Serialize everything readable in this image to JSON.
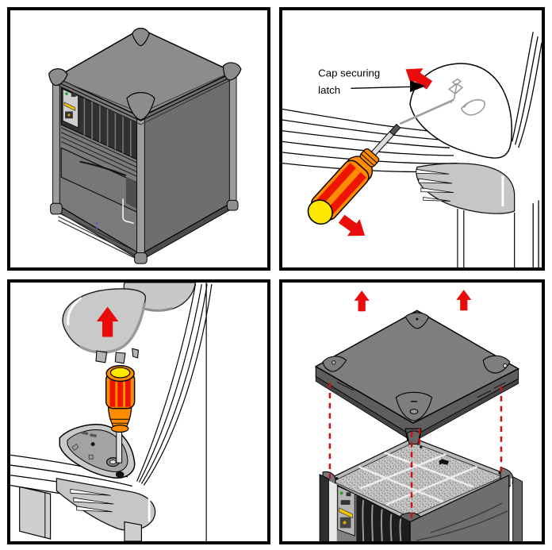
{
  "figure": {
    "panels": {
      "step1": {
        "name": "workstation-tower"
      },
      "step2": {
        "name": "release-cap-securing-latch",
        "label_line1": "Cap securing",
        "label_line2": "latch"
      },
      "step3": {
        "name": "lift-corner-cap"
      },
      "step4": {
        "name": "remove-top-bezel"
      }
    }
  },
  "colors": {
    "arrow_red": "#ea0b0b",
    "dashed_red": "#cc1111",
    "screwdriver_orange": "#ff8b00",
    "screwdriver_red": "#ee1500",
    "screwdriver_yellow": "#ffe800",
    "machine_top_gray": "#8c8c8c",
    "machine_front_gray": "#7b7b7b",
    "machine_side_gray": "#6e6e6e",
    "bezel_gray": "#7e7e7e",
    "light_gray": "#c9c9c9",
    "led_green": "#16a616",
    "label_yellow": "#f2c300"
  }
}
